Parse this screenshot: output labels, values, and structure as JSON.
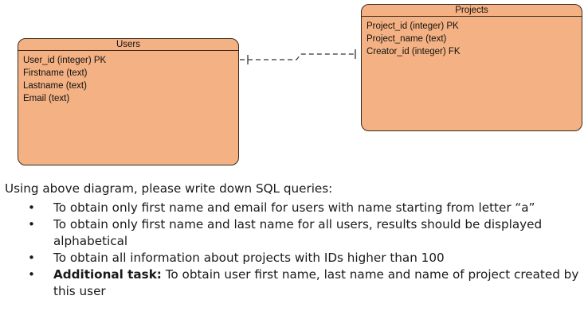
{
  "diagram": {
    "entities": [
      {
        "id": "users",
        "title": "Users",
        "fields": [
          "User_id  (integer) PK",
          "Firstname  (text)",
          "Lastname (text)",
          "Email (text)"
        ]
      },
      {
        "id": "projects",
        "title": "Projects",
        "fields": [
          "Project_id (integer) PK",
          "Project_name  (text)",
          "Creator_id (integer) FK"
        ]
      }
    ],
    "relationship": {
      "from": "users",
      "to": "projects",
      "style": "dashed"
    }
  },
  "task": {
    "intro": "Using above diagram, please write down SQL queries:",
    "items": [
      {
        "bold": "",
        "text": "To obtain only first name and email for users with name starting from letter “a”"
      },
      {
        "bold": "",
        "text": "To obtain only first name and last name for all users, results should be displayed alphabetical"
      },
      {
        "bold": "",
        "text": "To obtain all information about projects with IDs higher than 100"
      },
      {
        "bold": "Additional task:",
        "text": " To obtain user first name, last name and name of project created by this user"
      }
    ],
    "bullet": "•"
  },
  "colors": {
    "entity_fill": "#f4b183",
    "entity_border": "#3b2a1e",
    "connector": "#333333"
  }
}
